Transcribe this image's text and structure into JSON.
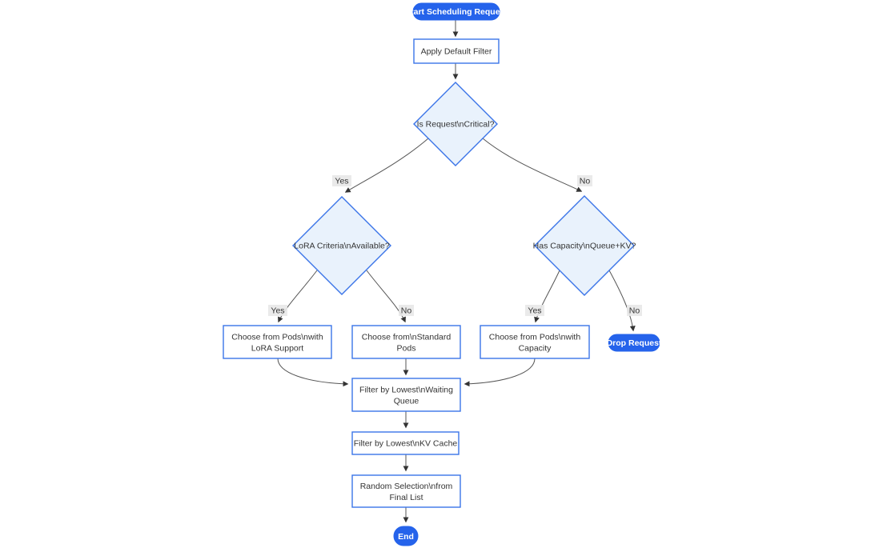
{
  "diagram": {
    "type": "flowchart",
    "direction": "top-down",
    "colors": {
      "terminal_fill": "#2563eb",
      "terminal_text": "#ffffff",
      "process_fill": "#ffffff",
      "process_border": "#3a74e8",
      "decision_fill": "#e9f2fc",
      "decision_border": "#3a74e8",
      "edge_stroke": "#555555",
      "edge_label_bg": "#e8e8e8",
      "label_text": "#333333",
      "background": "#ffffff"
    },
    "nodes": {
      "start": {
        "shape": "stadium",
        "label": "Start Scheduling Request"
      },
      "apply_filter": {
        "shape": "rect",
        "label": "Apply Default Filter"
      },
      "is_critical": {
        "shape": "diamond",
        "label": "Is Request\\nCritical?"
      },
      "lora_criteria": {
        "shape": "diamond",
        "label": "LoRA Criteria\\nAvailable?"
      },
      "has_capacity": {
        "shape": "diamond",
        "label": "Has Capacity\\nQueue+KV?"
      },
      "choose_lora": {
        "shape": "rect",
        "lines": [
          "Choose from Pods\\nwith",
          "LoRA Support"
        ]
      },
      "choose_standard": {
        "shape": "rect",
        "lines": [
          "Choose from\\nStandard",
          "Pods"
        ]
      },
      "choose_capacity": {
        "shape": "rect",
        "lines": [
          "Choose from Pods\\nwith",
          "Capacity"
        ]
      },
      "drop_request": {
        "shape": "stadium",
        "label": "Drop Request"
      },
      "filter_queue": {
        "shape": "rect",
        "lines": [
          "Filter by Lowest\\nWaiting",
          "Queue"
        ]
      },
      "filter_kv": {
        "shape": "rect",
        "label": "Filter by Lowest\\nKV Cache"
      },
      "random_selection": {
        "shape": "rect",
        "lines": [
          "Random Selection\\nfrom",
          "Final List"
        ]
      },
      "end": {
        "shape": "stadium",
        "label": "End"
      }
    },
    "edge_labels": {
      "critical_yes": "Yes",
      "critical_no": "No",
      "lora_yes": "Yes",
      "lora_no": "No",
      "capacity_yes": "Yes",
      "capacity_no": "No"
    }
  }
}
